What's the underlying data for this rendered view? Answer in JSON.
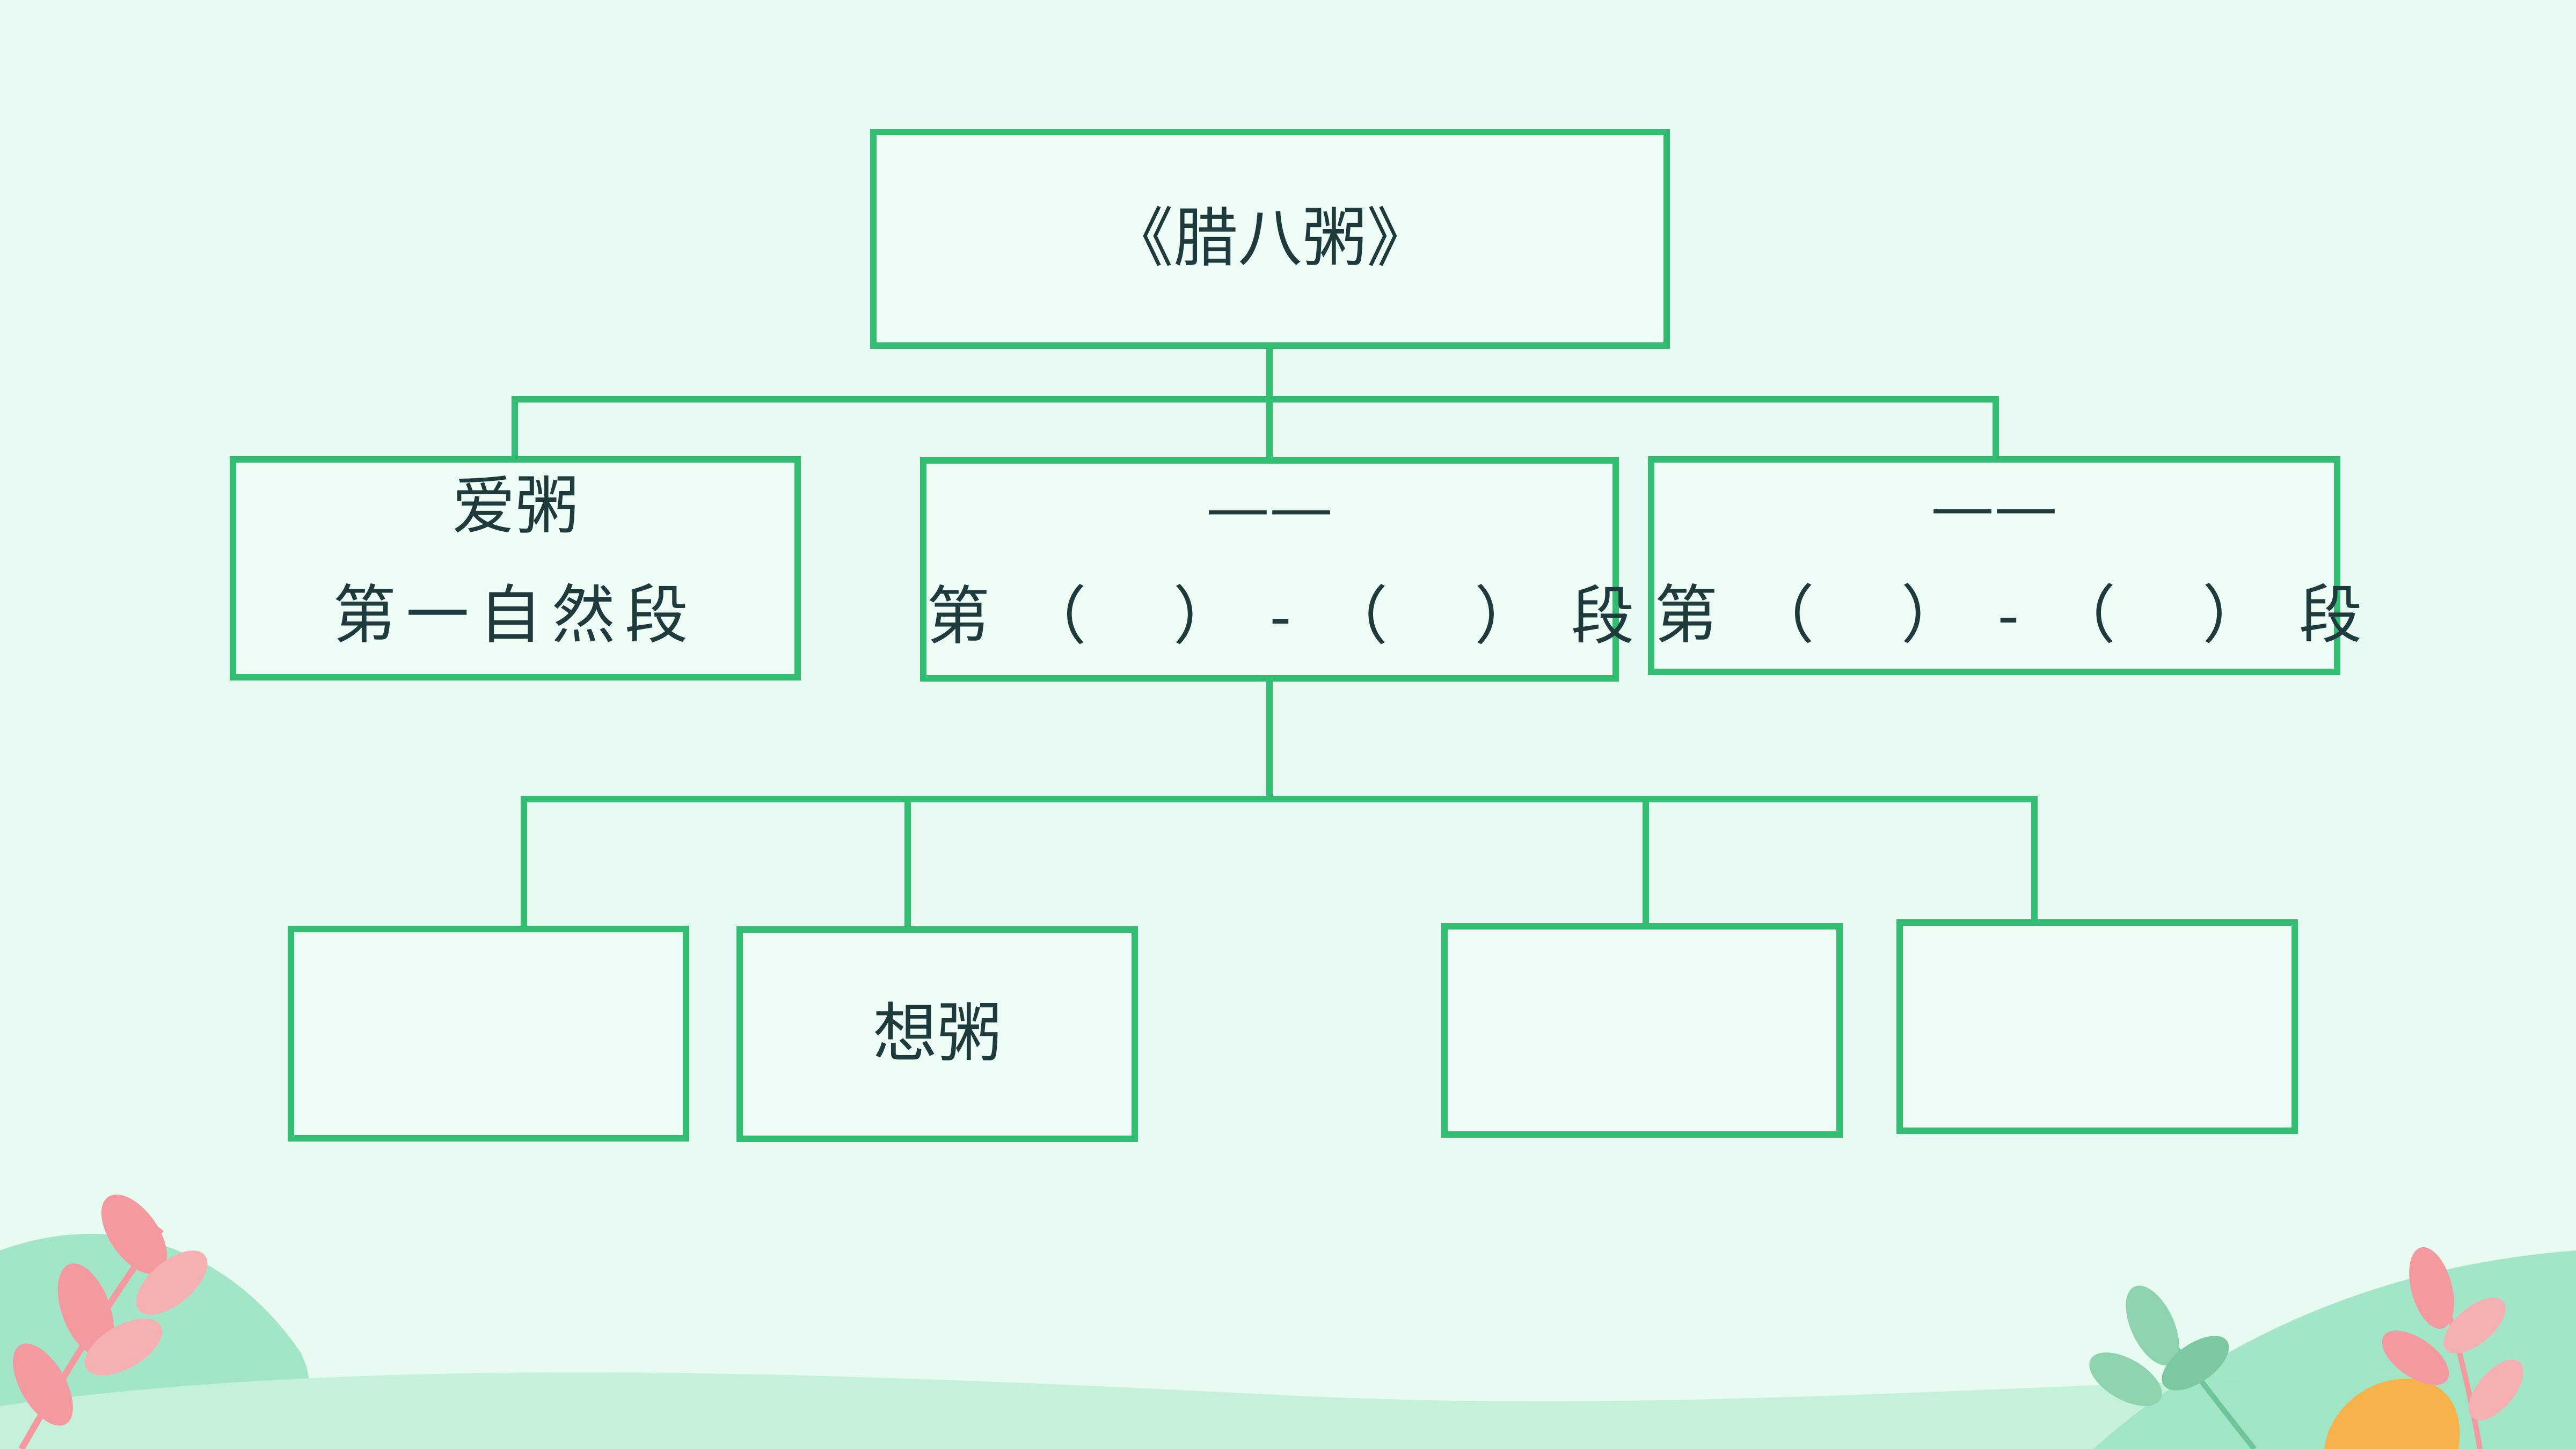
{
  "diagram": {
    "root": {
      "text": "《腊八粥》"
    },
    "level1": [
      {
        "line1": "爱粥",
        "line2": "第一自然段"
      },
      {
        "line1": "——",
        "line2": "第（ ）-（ ）段"
      },
      {
        "line1": "——",
        "line2": "第（ ）-（ ）段"
      }
    ],
    "level2": [
      {
        "text": ""
      },
      {
        "text": "想粥"
      },
      {
        "text": ""
      },
      {
        "text": ""
      }
    ]
  },
  "colors": {
    "background": "#e8fbf3",
    "border": "#32bd73",
    "text": "#1f3a3d",
    "leaf_pink": "#f29aa0",
    "leaf_green": "#8fd3ae",
    "hill": "#9be3c2",
    "accent_orange": "#f6b24b"
  }
}
